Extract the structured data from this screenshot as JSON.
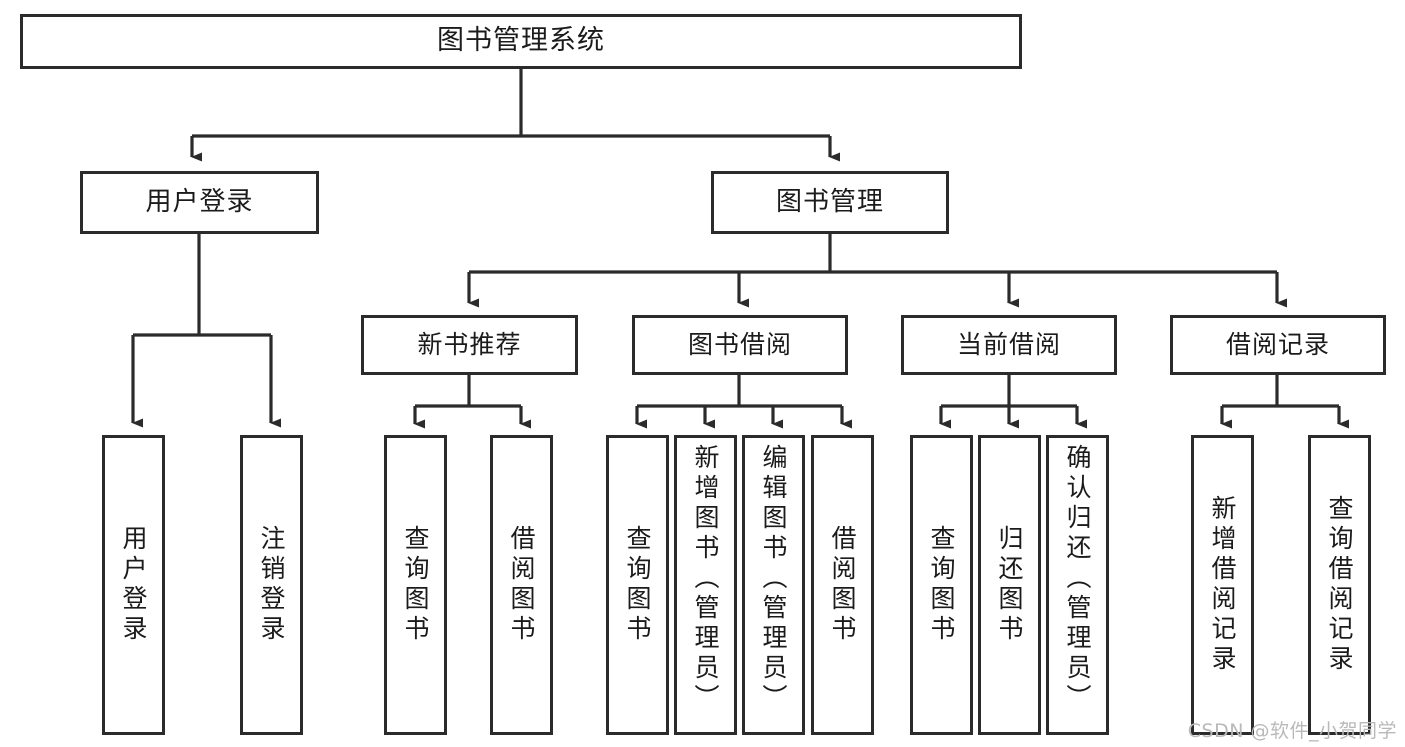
{
  "diagram": {
    "title": "图书管理系统",
    "watermark": "CSDN @软件_小贺同学",
    "colors": {
      "box_border": "#2b2b2b",
      "box_fill": "#ffffff",
      "connector": "#2b2b2b",
      "background": "#ffffff",
      "watermark_text": "#b9b9b9"
    },
    "root": {
      "label": "图书管理系统"
    },
    "level2": [
      {
        "label": "用户登录"
      },
      {
        "label": "图书管理"
      }
    ],
    "level3": [
      {
        "label": "新书推荐"
      },
      {
        "label": "图书借阅"
      },
      {
        "label": "当前借阅"
      },
      {
        "label": "借阅记录"
      }
    ],
    "leaves": {
      "user_login": [
        {
          "label": "用户登录"
        },
        {
          "label": "注销登录"
        }
      ],
      "new_book_recommend": [
        {
          "label": "查询图书"
        },
        {
          "label": "借阅图书"
        }
      ],
      "book_borrow": [
        {
          "label": "查询图书"
        },
        {
          "label": "新增图书（管理员）"
        },
        {
          "label": "编辑图书（管理员）"
        },
        {
          "label": "借阅图书"
        }
      ],
      "current_borrow": [
        {
          "label": "查询图书"
        },
        {
          "label": "归还图书"
        },
        {
          "label": "确认归还（管理员）"
        }
      ],
      "borrow_record": [
        {
          "label": "新增借阅记录"
        },
        {
          "label": "查询借阅记录"
        }
      ]
    }
  },
  "chart_data": {
    "type": "table",
    "title": "图书管理系统 功能结构图",
    "nodes": [
      {
        "id": "root",
        "label": "图书管理系统",
        "level": 0,
        "parent": null
      },
      {
        "id": "user-login",
        "label": "用户登录",
        "level": 1,
        "parent": "root"
      },
      {
        "id": "book-manage",
        "label": "图书管理",
        "level": 1,
        "parent": "root"
      },
      {
        "id": "new-book",
        "label": "新书推荐",
        "level": 2,
        "parent": "book-manage"
      },
      {
        "id": "book-borrow",
        "label": "图书借阅",
        "level": 2,
        "parent": "book-manage"
      },
      {
        "id": "current-borrow",
        "label": "当前借阅",
        "level": 2,
        "parent": "book-manage"
      },
      {
        "id": "borrow-record",
        "label": "借阅记录",
        "level": 2,
        "parent": "book-manage"
      },
      {
        "id": "leaf-1",
        "label": "用户登录",
        "level": 2,
        "parent": "user-login"
      },
      {
        "id": "leaf-2",
        "label": "注销登录",
        "level": 2,
        "parent": "user-login"
      },
      {
        "id": "leaf-3",
        "label": "查询图书",
        "level": 3,
        "parent": "new-book"
      },
      {
        "id": "leaf-4",
        "label": "借阅图书",
        "level": 3,
        "parent": "new-book"
      },
      {
        "id": "leaf-5",
        "label": "查询图书",
        "level": 3,
        "parent": "book-borrow"
      },
      {
        "id": "leaf-6",
        "label": "新增图书（管理员）",
        "level": 3,
        "parent": "book-borrow"
      },
      {
        "id": "leaf-7",
        "label": "编辑图书（管理员）",
        "level": 3,
        "parent": "book-borrow"
      },
      {
        "id": "leaf-8",
        "label": "借阅图书",
        "level": 3,
        "parent": "book-borrow"
      },
      {
        "id": "leaf-9",
        "label": "查询图书",
        "level": 3,
        "parent": "current-borrow"
      },
      {
        "id": "leaf-10",
        "label": "归还图书",
        "level": 3,
        "parent": "current-borrow"
      },
      {
        "id": "leaf-11",
        "label": "确认归还（管理员）",
        "level": 3,
        "parent": "current-borrow"
      },
      {
        "id": "leaf-12",
        "label": "新增借阅记录",
        "level": 3,
        "parent": "borrow-record"
      },
      {
        "id": "leaf-13",
        "label": "查询借阅记录",
        "level": 3,
        "parent": "borrow-record"
      }
    ]
  }
}
